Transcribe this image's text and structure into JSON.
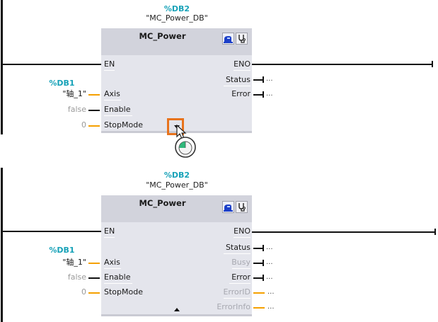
{
  "networks": [
    {
      "instance": {
        "address": "%DB2",
        "name": "\"MC_Power_DB\""
      },
      "block": {
        "title": "MC_Power",
        "icons": [
          "instruction-version-icon",
          "diagnostics-stethoscope-icon"
        ]
      },
      "expand_state": "collapsed",
      "expand_toggle": "expand-arrow-down",
      "inputs": [
        {
          "pin": "EN",
          "wire": "black"
        },
        {
          "pin": "Axis",
          "address": "%DB1",
          "value": "\"轴_1\"",
          "wire": "orange"
        },
        {
          "pin": "Enable",
          "value": "false",
          "wire": "black"
        },
        {
          "pin": "StopMode",
          "value": "0",
          "wire": "orange"
        }
      ],
      "outputs": [
        {
          "pin": "ENO",
          "wire": "black"
        },
        {
          "pin": "Status",
          "value": "...",
          "wire": "black"
        },
        {
          "pin": "Error",
          "value": "...",
          "wire": "black"
        }
      ]
    },
    {
      "instance": {
        "address": "%DB2",
        "name": "\"MC_Power_DB\""
      },
      "block": {
        "title": "MC_Power",
        "icons": [
          "instruction-version-icon",
          "diagnostics-stethoscope-icon"
        ]
      },
      "expand_state": "expanded",
      "expand_toggle": "collapse-arrow-up",
      "inputs": [
        {
          "pin": "EN",
          "wire": "black"
        },
        {
          "pin": "Axis",
          "address": "%DB1",
          "value": "\"轴_1\"",
          "wire": "orange"
        },
        {
          "pin": "Enable",
          "value": "false",
          "wire": "black"
        },
        {
          "pin": "StopMode",
          "value": "0",
          "wire": "orange"
        }
      ],
      "outputs": [
        {
          "pin": "ENO",
          "wire": "black"
        },
        {
          "pin": "Status",
          "value": "...",
          "wire": "black"
        },
        {
          "pin": "Busy",
          "value": "...",
          "wire": "black",
          "dimmed": true
        },
        {
          "pin": "Error",
          "value": "...",
          "wire": "black"
        },
        {
          "pin": "ErrorID",
          "value": "...",
          "wire": "orange",
          "dimmed": true
        },
        {
          "pin": "ErrorInfo",
          "value": "...",
          "wire": "orange",
          "dimmed": true
        }
      ]
    }
  ],
  "annotation": {
    "highlight_color": "#e8731c",
    "cursor": "mouse-left-click"
  },
  "colors": {
    "address": "#17a2b8",
    "orange_wire": "#f5a000",
    "block_body": "#e4e5ec",
    "block_header": "#d2d3dc"
  }
}
